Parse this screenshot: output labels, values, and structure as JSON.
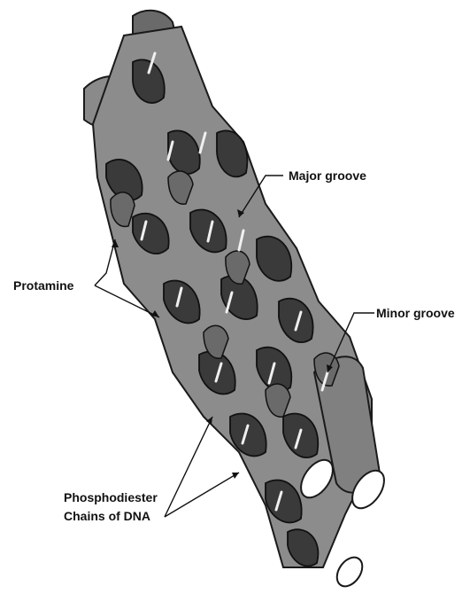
{
  "labels": {
    "major_groove": "Major groove",
    "minor_groove": "Minor groove",
    "protamine": "Protamine",
    "phosphodiester_line1": "Phosphodiester",
    "phosphodiester_line2": "Chains of DNA"
  },
  "colors": {
    "backbone_light": "#8c8c8c",
    "backbone_mid": "#6a6a6a",
    "protamine_dark": "#3a3a3a",
    "outline": "#1a1a1a",
    "highlight": "#e8e8e8"
  }
}
